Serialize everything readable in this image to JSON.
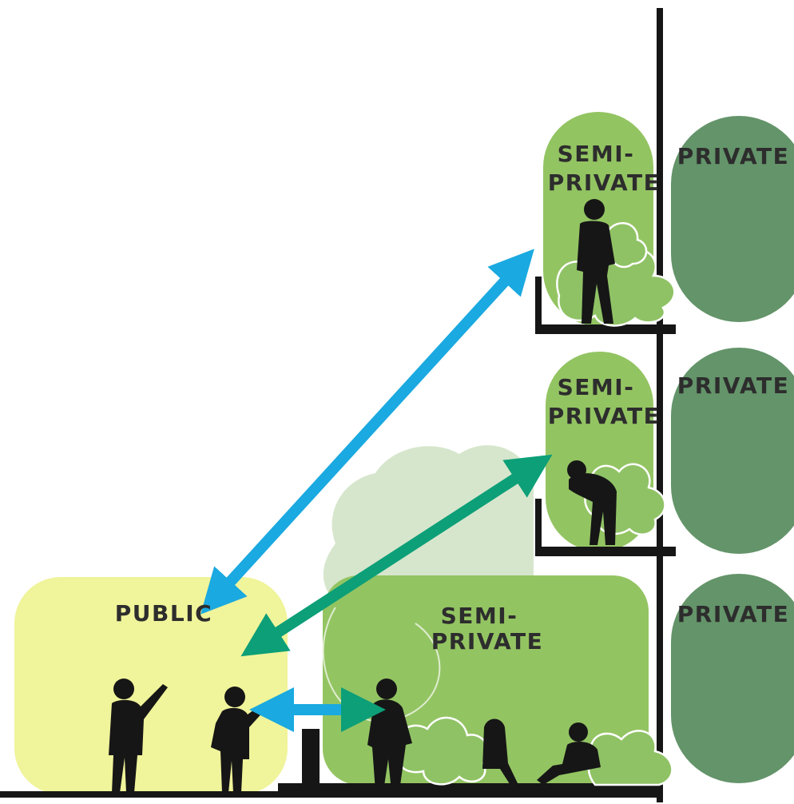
{
  "zones": {
    "public": {
      "label": "PUBLIC"
    },
    "semi_private_ground": {
      "label_line1": "SEMI-",
      "label_line2": "PRIVATE"
    },
    "semi_private_upper": {
      "label_line1": "SEMI-",
      "label_line2": "PRIVATE"
    },
    "semi_private_middle": {
      "label_line1": "SEMI-",
      "label_line2": "PRIVATE"
    },
    "private_upper": {
      "label": "PRIVATE"
    },
    "private_middle": {
      "label": "PRIVATE"
    },
    "private_lower": {
      "label": "PRIVATE"
    }
  },
  "colors": {
    "public": "#f0f49a",
    "semi_private": "#93c462",
    "private": "#64946a",
    "tree": "#cfe2c3",
    "arrow_blue": "#1aa9e0",
    "arrow_green": "#0c9f78",
    "ink": "#161616"
  },
  "icons": [
    "person-silhouette",
    "plant-leaves",
    "tree-canopy",
    "double-arrow"
  ]
}
